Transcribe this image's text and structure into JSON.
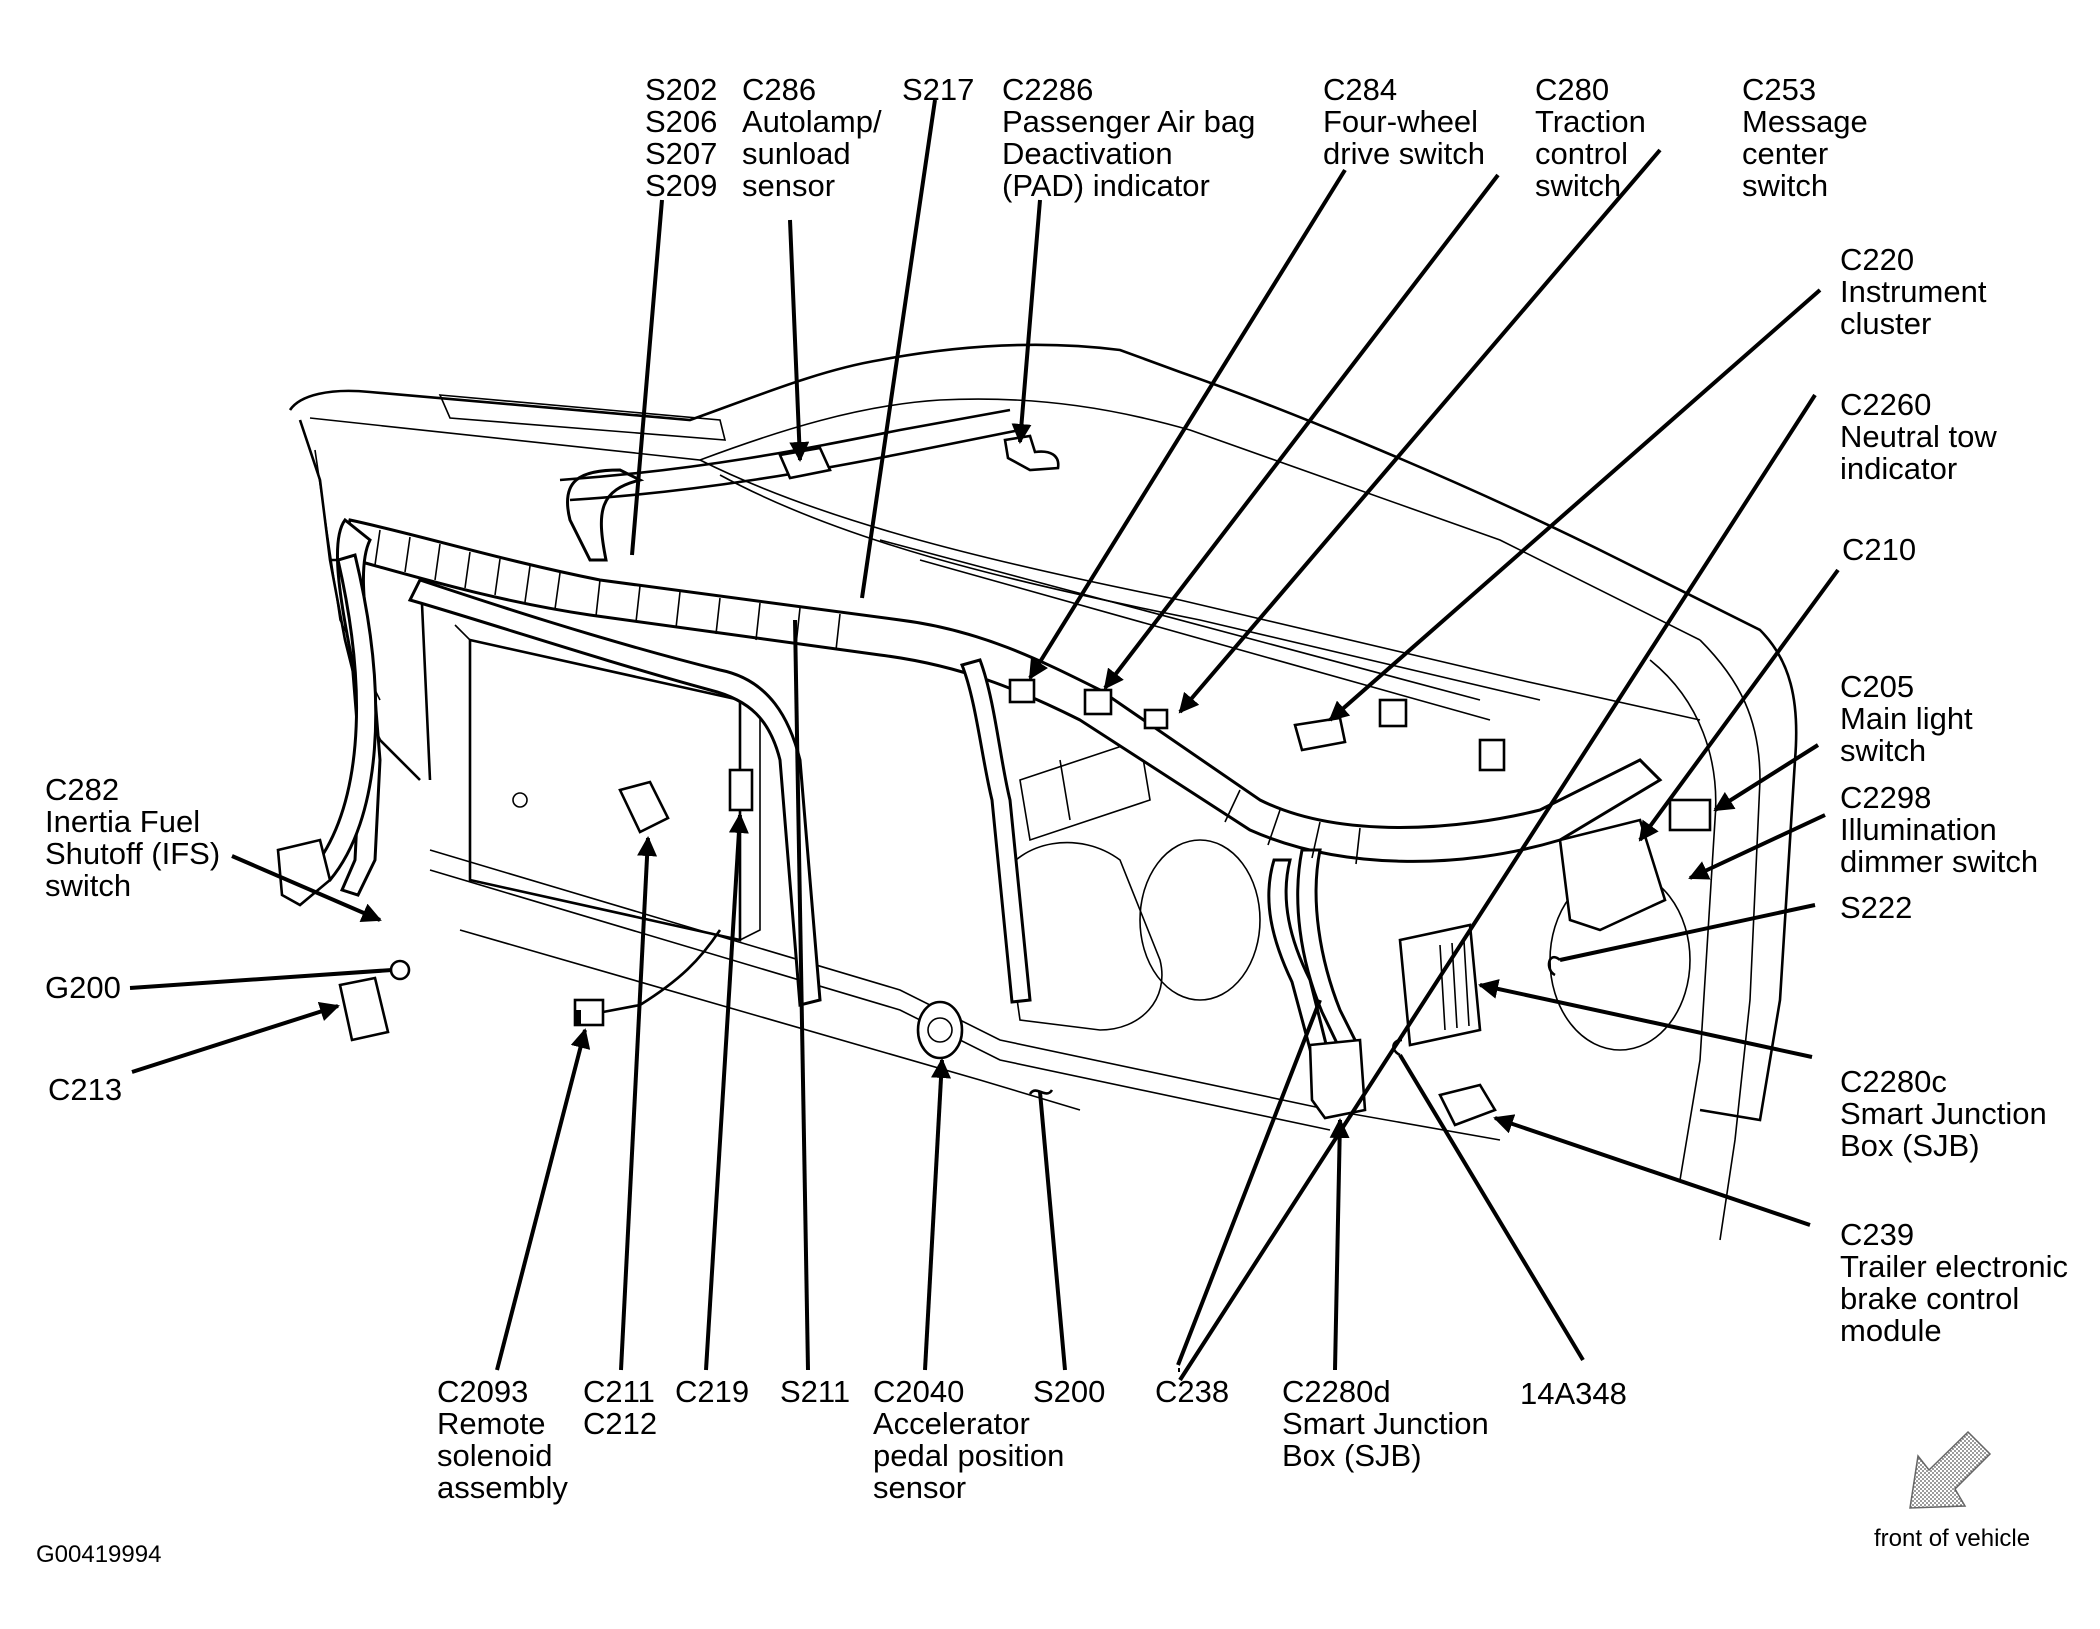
{
  "figure_id": "G00419994",
  "orientation": {
    "icon": "front-arrow-icon",
    "label": "front of vehicle"
  },
  "callouts": {
    "splices_top": {
      "lines": [
        "S202",
        "S206",
        "S207",
        "S209"
      ]
    },
    "c286": {
      "lines": [
        "C286",
        "Autolamp/",
        "sunload",
        "sensor"
      ]
    },
    "s217": {
      "lines": [
        "S217"
      ]
    },
    "c2286": {
      "lines": [
        "C2286",
        "Passenger Air bag",
        "Deactivation",
        "(PAD) indicator"
      ]
    },
    "c284": {
      "lines": [
        "C284",
        "Four-wheel",
        "drive switch"
      ]
    },
    "c280": {
      "lines": [
        "C280",
        "Traction",
        "control",
        "switch"
      ]
    },
    "c253": {
      "lines": [
        "C253",
        "Message",
        "center",
        "switch"
      ]
    },
    "c220": {
      "lines": [
        "C220",
        "Instrument",
        "cluster"
      ]
    },
    "c2260": {
      "lines": [
        "C2260",
        "Neutral tow",
        "indicator"
      ]
    },
    "c210": {
      "lines": [
        "C210"
      ]
    },
    "c205": {
      "lines": [
        "C205",
        "Main light",
        "switch"
      ]
    },
    "c2298": {
      "lines": [
        "C2298",
        "Illumination",
        "dimmer switch"
      ]
    },
    "s222": {
      "lines": [
        "S222"
      ]
    },
    "c2280c": {
      "lines": [
        "C2280c",
        "Smart Junction",
        "Box (SJB)"
      ]
    },
    "c239": {
      "lines": [
        "C239",
        "Trailer electronic",
        "brake control",
        "module"
      ]
    },
    "c282": {
      "lines": [
        "C282",
        "Inertia Fuel",
        "Shutoff (IFS)",
        "switch"
      ]
    },
    "g200": {
      "lines": [
        "G200"
      ]
    },
    "c213": {
      "lines": [
        "C213"
      ]
    },
    "c2093": {
      "lines": [
        "C2093",
        "Remote",
        "solenoid",
        "assembly"
      ]
    },
    "c211_c212": {
      "lines": [
        "C211",
        "C212"
      ]
    },
    "c219": {
      "lines": [
        "C219"
      ]
    },
    "s211": {
      "lines": [
        "S211"
      ]
    },
    "c2040": {
      "lines": [
        "C2040",
        "Accelerator",
        "pedal position",
        "sensor"
      ]
    },
    "s200": {
      "lines": [
        "S200"
      ]
    },
    "c238": {
      "lines": [
        "C238"
      ]
    },
    "c2280d": {
      "lines": [
        "C2280d",
        "Smart Junction",
        "Box (SJB)"
      ]
    },
    "a14a348": {
      "lines": [
        "14A348"
      ]
    }
  }
}
